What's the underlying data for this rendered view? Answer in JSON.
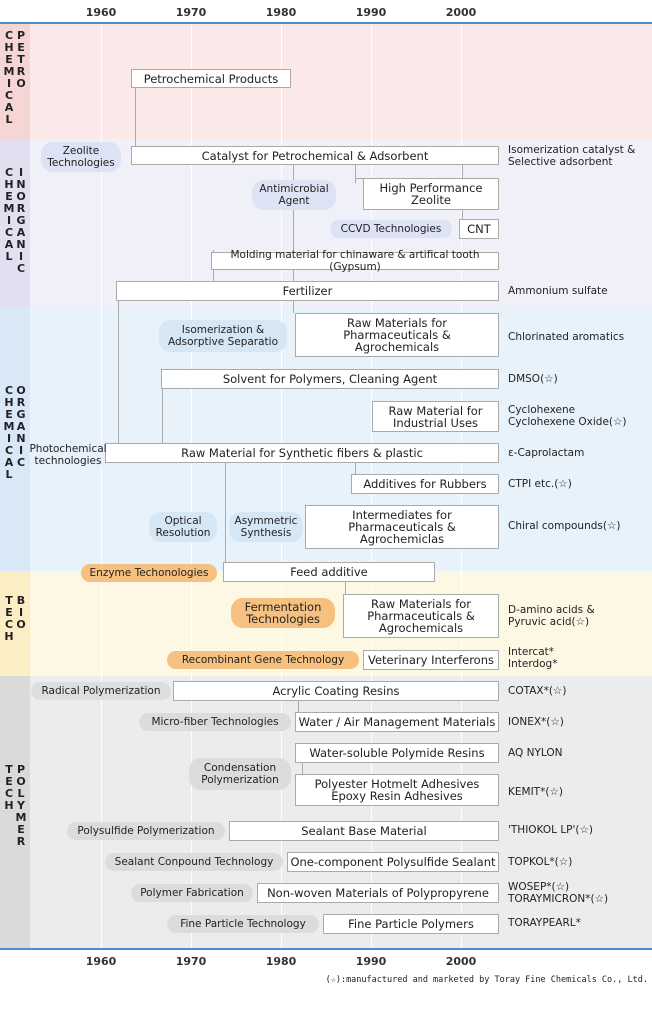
{
  "years": [
    "1960",
    "1970",
    "1980",
    "1990",
    "2000"
  ],
  "sections": [
    {
      "id": "petro",
      "label_cols": [
        "CHEMICAL",
        "PETRO"
      ],
      "color": "#fbe9e9"
    },
    {
      "id": "inorg",
      "label_cols": [
        "CHEMICAL",
        "INORGANIC"
      ],
      "color": "#eeeef8"
    },
    {
      "id": "org",
      "label_cols": [
        "CHEMICAL",
        "ORGANIC"
      ],
      "color": "#e6f1fb"
    },
    {
      "id": "bio",
      "label_cols": [
        "BIOTECH",
        ""
      ],
      "color": "#fdf7e2"
    },
    {
      "id": "poly",
      "label_cols": [
        "POLYMER",
        "TECH"
      ],
      "color": "#ebebeb"
    }
  ],
  "boxes": [
    {
      "id": "petrochemical-products",
      "text": "Petrochemical Products"
    },
    {
      "id": "catalyst",
      "text": "Catalyst for Petrochemical & Adsorbent"
    },
    {
      "id": "high-performance-zeolite",
      "text": "High Performance\nZeolite"
    },
    {
      "id": "cnt",
      "text": "CNT"
    },
    {
      "id": "molding-material",
      "text": "Molding material for chinaware & artifical tooth (Gypsum)"
    },
    {
      "id": "fertilizer",
      "text": "Fertilizer"
    },
    {
      "id": "raw-pharma-1",
      "text": "Raw Materials for\nPharmaceuticals &\nAgrochemicals"
    },
    {
      "id": "solvent",
      "text": "Solvent for Polymers, Cleaning Agent"
    },
    {
      "id": "raw-industrial",
      "text": "Raw Material for\nIndustrial Uses"
    },
    {
      "id": "raw-synthetic",
      "text": "Raw Material for Synthetic fibers & plastic"
    },
    {
      "id": "additives-rubbers",
      "text": "Additives for Rubbers"
    },
    {
      "id": "intermediates",
      "text": "Intermediates for\nPharmaceuticals &\nAgrochemiclas"
    },
    {
      "id": "feed-additive",
      "text": "Feed additive"
    },
    {
      "id": "raw-pharma-2",
      "text": "Raw Materials for\nPharmaceuticals &\nAgrochemicals"
    },
    {
      "id": "vet-interferons",
      "text": "Veterinary Interferons"
    },
    {
      "id": "acrylic",
      "text": "Acrylic Coating Resins"
    },
    {
      "id": "water-air",
      "text": "Water / Air Management Materials"
    },
    {
      "id": "water-soluble",
      "text": "Water-soluble Polymide Resins"
    },
    {
      "id": "polyester",
      "text": "Polyester Hotmelt Adhesives\nEpoxy Resin Adhesives"
    },
    {
      "id": "sealant-base",
      "text": "Sealant Base Material"
    },
    {
      "id": "one-component",
      "text": "One-component Polysulfide Sealant"
    },
    {
      "id": "non-woven",
      "text": "Non-woven Materials of Polypropyrene"
    },
    {
      "id": "fine-particle",
      "text": "Fine Particle Polymers"
    }
  ],
  "technologies": [
    {
      "id": "zeolite",
      "text": "Zeolite\nTechnologies",
      "color": "#dde3f5"
    },
    {
      "id": "antimicrobial",
      "text": "Antimicrobial\nAgent",
      "color": "#dde3f5"
    },
    {
      "id": "ccvd",
      "text": "CCVD Technologies",
      "color": "#dde3f5"
    },
    {
      "id": "isomerization",
      "text": "Isomerization &\nAdsorptive Separatio",
      "color": "#d5e6f5"
    },
    {
      "id": "photochemical",
      "text": "Photochemical\ntechnologies",
      "color": "#e6f1fb"
    },
    {
      "id": "optical",
      "text": "Optical\nResolution",
      "color": "#d5e6f5"
    },
    {
      "id": "asymmetric",
      "text": "Asymmetric\nSynthesis",
      "color": "#d5e6f5"
    },
    {
      "id": "enzyme",
      "text": "Enzyme Techonologies",
      "color": "#f6c080"
    },
    {
      "id": "fermentation",
      "text": "Fermentation\nTechnologies",
      "color": "#f6c080"
    },
    {
      "id": "recombinant",
      "text": "Recombinant  Gene Technology",
      "color": "#f6c080"
    },
    {
      "id": "radical",
      "text": "Radical Polymerization",
      "color": "#dedede"
    },
    {
      "id": "microfiber",
      "text": "Micro-fiber Technologies",
      "color": "#dcdcdc"
    },
    {
      "id": "condensation",
      "text": "Condensation\nPolymerization",
      "color": "#dcdcdc"
    },
    {
      "id": "polysulfide",
      "text": "Polysulfide Polymerization",
      "color": "#dcdcdc"
    },
    {
      "id": "sealant-compound",
      "text": "Sealant Conpound Technology",
      "color": "#dcdcdc"
    },
    {
      "id": "polymer-fab",
      "text": "Polymer Fabrication",
      "color": "#dcdcdc"
    },
    {
      "id": "fine-particle-tech",
      "text": "Fine Particle Technology",
      "color": "#dcdcdc"
    }
  ],
  "results": [
    {
      "id": "isomerization-catalyst",
      "text": "Isomerization catalyst &\nSelective adsorbent"
    },
    {
      "id": "ammonium",
      "text": "Ammonium sulfate"
    },
    {
      "id": "chlorinated",
      "text": "Chlorinated aromatics"
    },
    {
      "id": "dmso",
      "text": "DMSO(☆)"
    },
    {
      "id": "cyclohexene",
      "text": "Cyclohexene\nCyclohexene Oxide(☆)"
    },
    {
      "id": "caprolactam",
      "text": "ε-Caprolactam"
    },
    {
      "id": "ctpi",
      "text": "CTPI etc.(☆)"
    },
    {
      "id": "chiral",
      "text": "Chiral compounds(☆)"
    },
    {
      "id": "amino",
      "text": "D-amino acids &\nPyruvic acid(☆)"
    },
    {
      "id": "intercat",
      "text": "Intercat*\nInterdog*"
    },
    {
      "id": "cotax",
      "text": "COTAX*(☆)"
    },
    {
      "id": "ionex",
      "text": "IONEX*(☆)"
    },
    {
      "id": "aqnylon",
      "text": "AQ NYLON"
    },
    {
      "id": "kemit",
      "text": "KEMIT*(☆)"
    },
    {
      "id": "thiokol",
      "text": "'THIOKOL LP'(☆)"
    },
    {
      "id": "topkol",
      "text": "TOPKOL*(☆)"
    },
    {
      "id": "wosep",
      "text": "WOSEP*(☆)\nTORAYMICRON*(☆)"
    },
    {
      "id": "toraypearl",
      "text": "TORAYPEARL*"
    }
  ],
  "footnote": "(☆):manufactured and marketed by Toray Fine Chemicals Co., Ltd."
}
